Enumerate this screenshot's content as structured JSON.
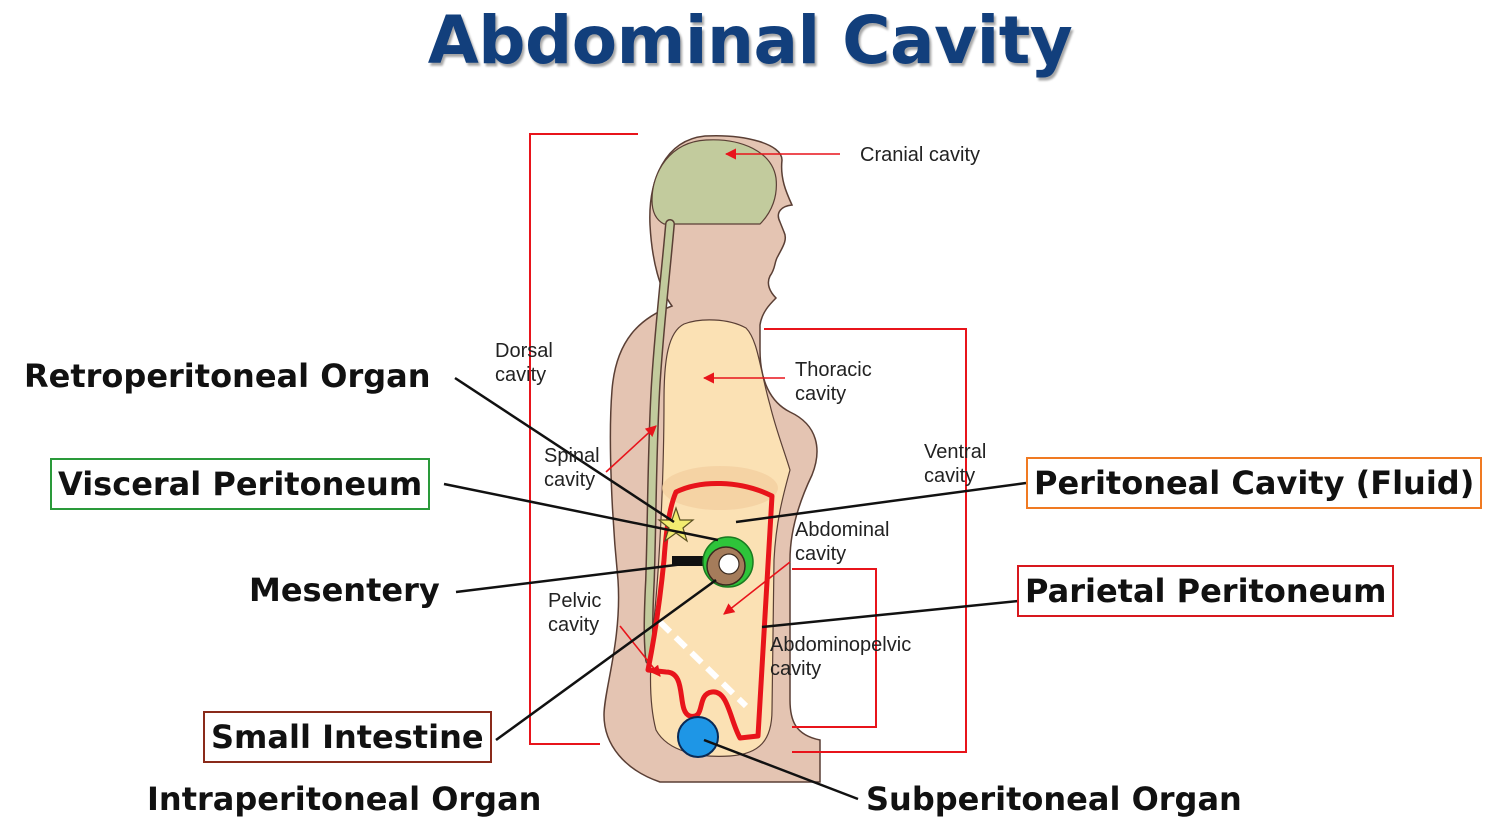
{
  "title": "Abdominal Cavity",
  "cavities": {
    "cranial": "Cranial cavity",
    "dorsal": [
      "Dorsal",
      "cavity"
    ],
    "thoracic": [
      "Thoracic",
      "cavity"
    ],
    "ventral": [
      "Ventral",
      "cavity"
    ],
    "spinal": [
      "Spinal",
      "cavity"
    ],
    "abdominal": [
      "Abdominal",
      "cavity"
    ],
    "pelvic": [
      "Pelvic",
      "cavity"
    ],
    "abdominopelvic": [
      "Abdominopelvic",
      "cavity"
    ]
  },
  "callouts": {
    "retroperitoneal_organ": "Retroperitoneal Organ",
    "visceral_peritoneum": "Visceral Peritoneum",
    "mesentery": "Mesentery",
    "small_intestine": "Small Intestine",
    "intraperitoneal_organ": "Intraperitoneal Organ",
    "peritoneal_cavity_fluid": "Peritoneal Cavity (Fluid)",
    "parietal_peritoneum": "Parietal Peritoneum",
    "subperitoneal_organ": "Subperitoneal Organ"
  },
  "colors": {
    "title": "#123f7c",
    "body": "#e4c4b2",
    "cranial": "#c2cb9d",
    "ventral": "#fbe1b4",
    "peritoneum": "#e8141b",
    "visceral": "#2ec43a",
    "intestine": "#a57c5b",
    "subperitoneal": "#1e96e6",
    "retro": "#f2ec70",
    "bracket": "#e8141b",
    "visceral_box": "#2a9a3a",
    "fluid_box": "#f07a22",
    "parietal_box": "#d8181e",
    "intestine_box": "#8a2a1a"
  }
}
